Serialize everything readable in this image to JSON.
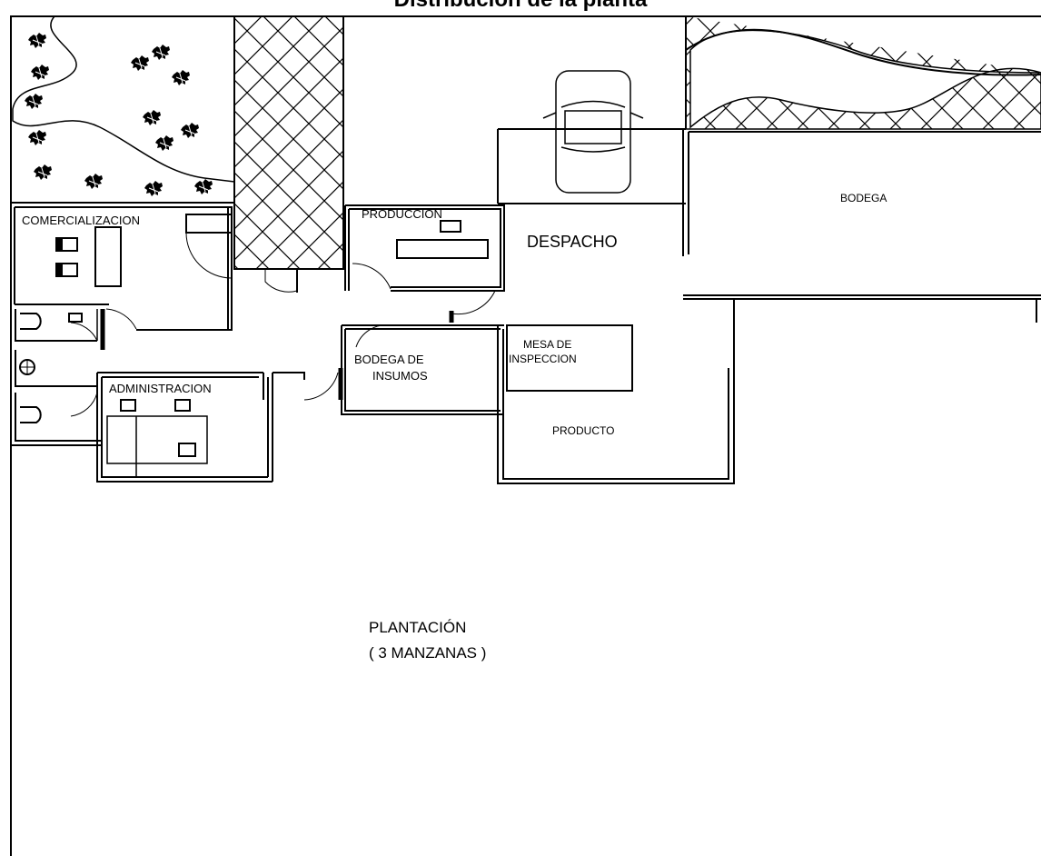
{
  "title": "Distribución de la planta",
  "rooms": {
    "comercializacion": "COMERCIALIZACION",
    "produccion": "PRODUCCION",
    "despacho": "DESPACHO",
    "bodega": "BODEGA",
    "bodega_insumos_1": "BODEGA DE",
    "bodega_insumos_2": "INSUMOS",
    "mesa_inspeccion_1": "MESA DE",
    "mesa_inspeccion_2": "INSPECCION",
    "administracion": "ADMINISTRACION",
    "producto": "PRODUCTO",
    "plantacion_1": "PLANTACIÓN",
    "plantacion_2": "( 3 MANZANAS )"
  },
  "colors": {
    "line": "#000000",
    "background": "#ffffff"
  }
}
